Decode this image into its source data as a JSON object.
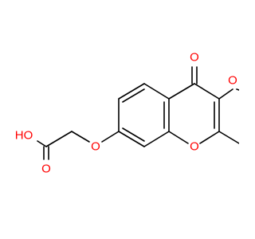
{
  "molecule": {
    "labels": {
      "ketone_oxygen": "O",
      "phenoxy_oxygen": "O",
      "ring_oxygen": "O",
      "ether_oxygen": "O",
      "carbonyl_oxygen": "O",
      "hydroxyl": "HO"
    },
    "colors": {
      "bond": "#000000",
      "heteroatom": "#ff0000"
    }
  }
}
